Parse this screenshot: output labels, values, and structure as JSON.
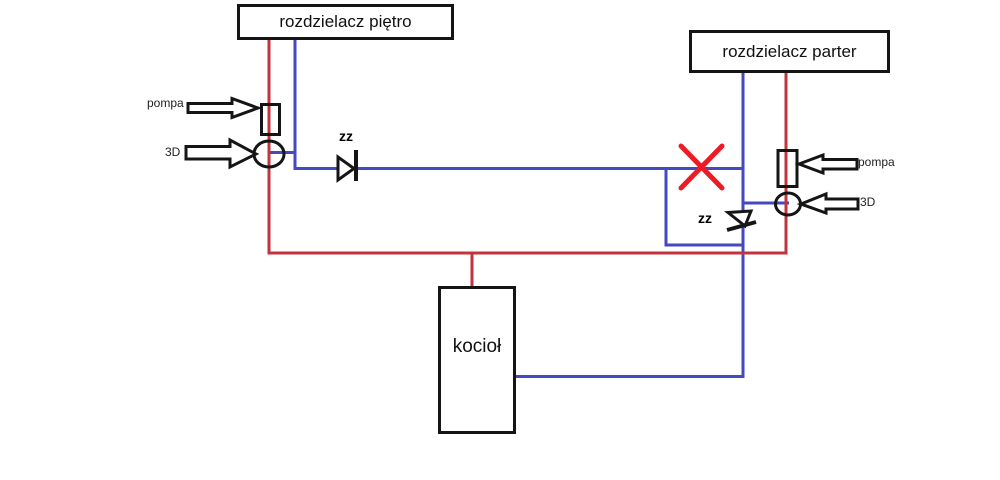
{
  "diagram": {
    "boxes": {
      "floor_distributor": {
        "label": "rozdzielacz piętro"
      },
      "ground_distributor": {
        "label": "rozdzielacz parter"
      },
      "boiler": {
        "label": "kocioł"
      }
    },
    "labels": {
      "left_pump": "pompa",
      "left_mixing_valve": "3D",
      "left_check_valve": "zz",
      "right_pump": "pompa",
      "right_mixing_valve": "3D",
      "right_check_valve": "zz"
    },
    "colors": {
      "supply_red": "#c2333b",
      "return_blue": "#4349be",
      "cross_red": "#ed1c24",
      "line_black": "#151515",
      "background": "#ffffff"
    }
  }
}
